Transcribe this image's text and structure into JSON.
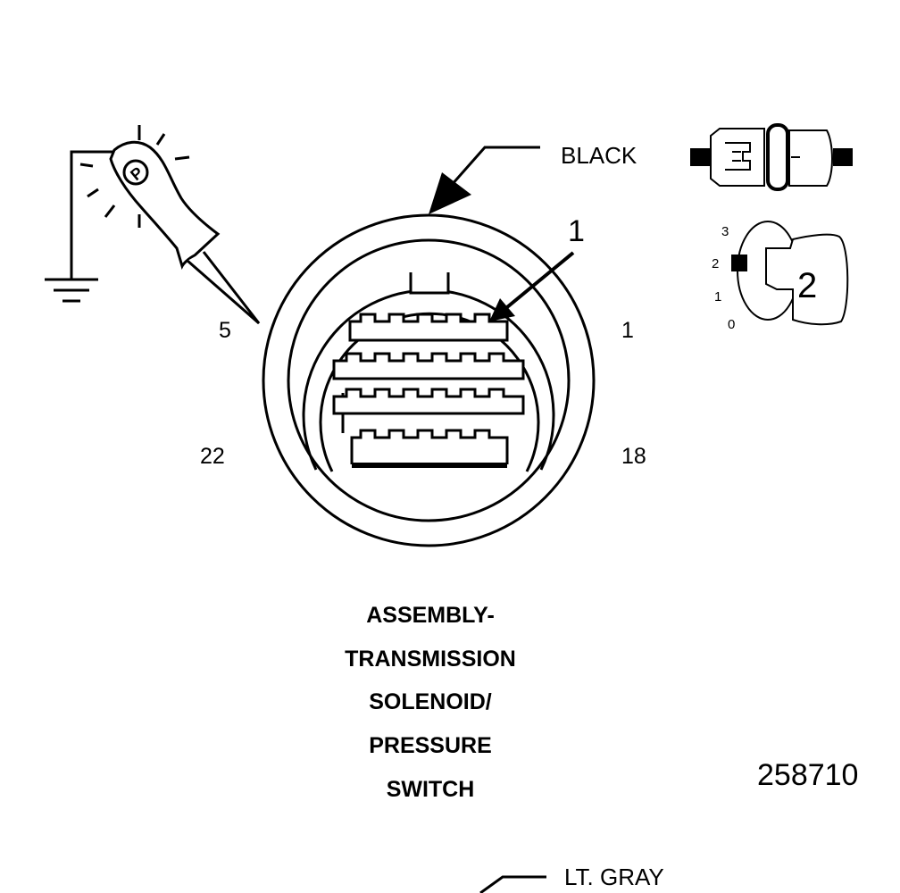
{
  "diagram": {
    "connector_color_top": "BLACK",
    "connector_color_bottom": "LT. GRAY",
    "pin_labels": {
      "top_left": "5",
      "top_right": "1",
      "bottom_left": "22",
      "bottom_right": "18"
    },
    "callout_number": "1",
    "title_lines": [
      "ASSEMBLY-",
      "TRANSMISSION",
      "SOLENOID/",
      "PRESSURE",
      "SWITCH"
    ],
    "figure_number": "258710",
    "ignition_positions": [
      "3",
      "2",
      "1",
      "0"
    ],
    "ignition_key_number": "2",
    "test_lamp_letter": "P",
    "ink_color": "#000000",
    "paper_color": "#ffffff"
  }
}
